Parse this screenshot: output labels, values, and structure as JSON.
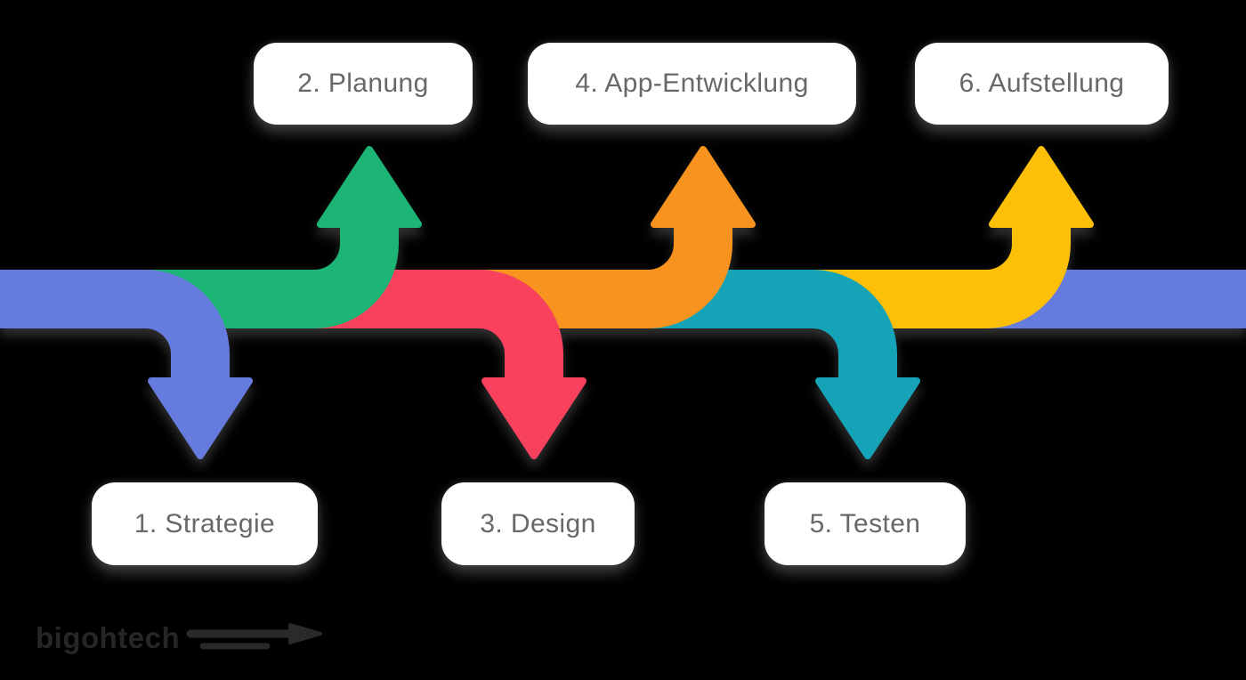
{
  "background_color": "#000000",
  "timeline": {
    "color": "#667BDE"
  },
  "steps": [
    {
      "label": "1. Strategie",
      "color": "#667BDE",
      "direction": "down"
    },
    {
      "label": "2. Planung",
      "color": "#1CB576",
      "direction": "up"
    },
    {
      "label": "3. Design",
      "color": "#F8415C",
      "direction": "down"
    },
    {
      "label": "4. App-Entwicklung",
      "color": "#F7931E",
      "direction": "up"
    },
    {
      "label": "5. Testen",
      "color": "#15A3B8",
      "direction": "down"
    },
    {
      "label": "6. Aufstellung",
      "color": "#FDBF07",
      "direction": "up"
    }
  ],
  "logo": {
    "text": "bigohtech",
    "color": "#262626",
    "icon": "arrow-swoosh-icon"
  }
}
